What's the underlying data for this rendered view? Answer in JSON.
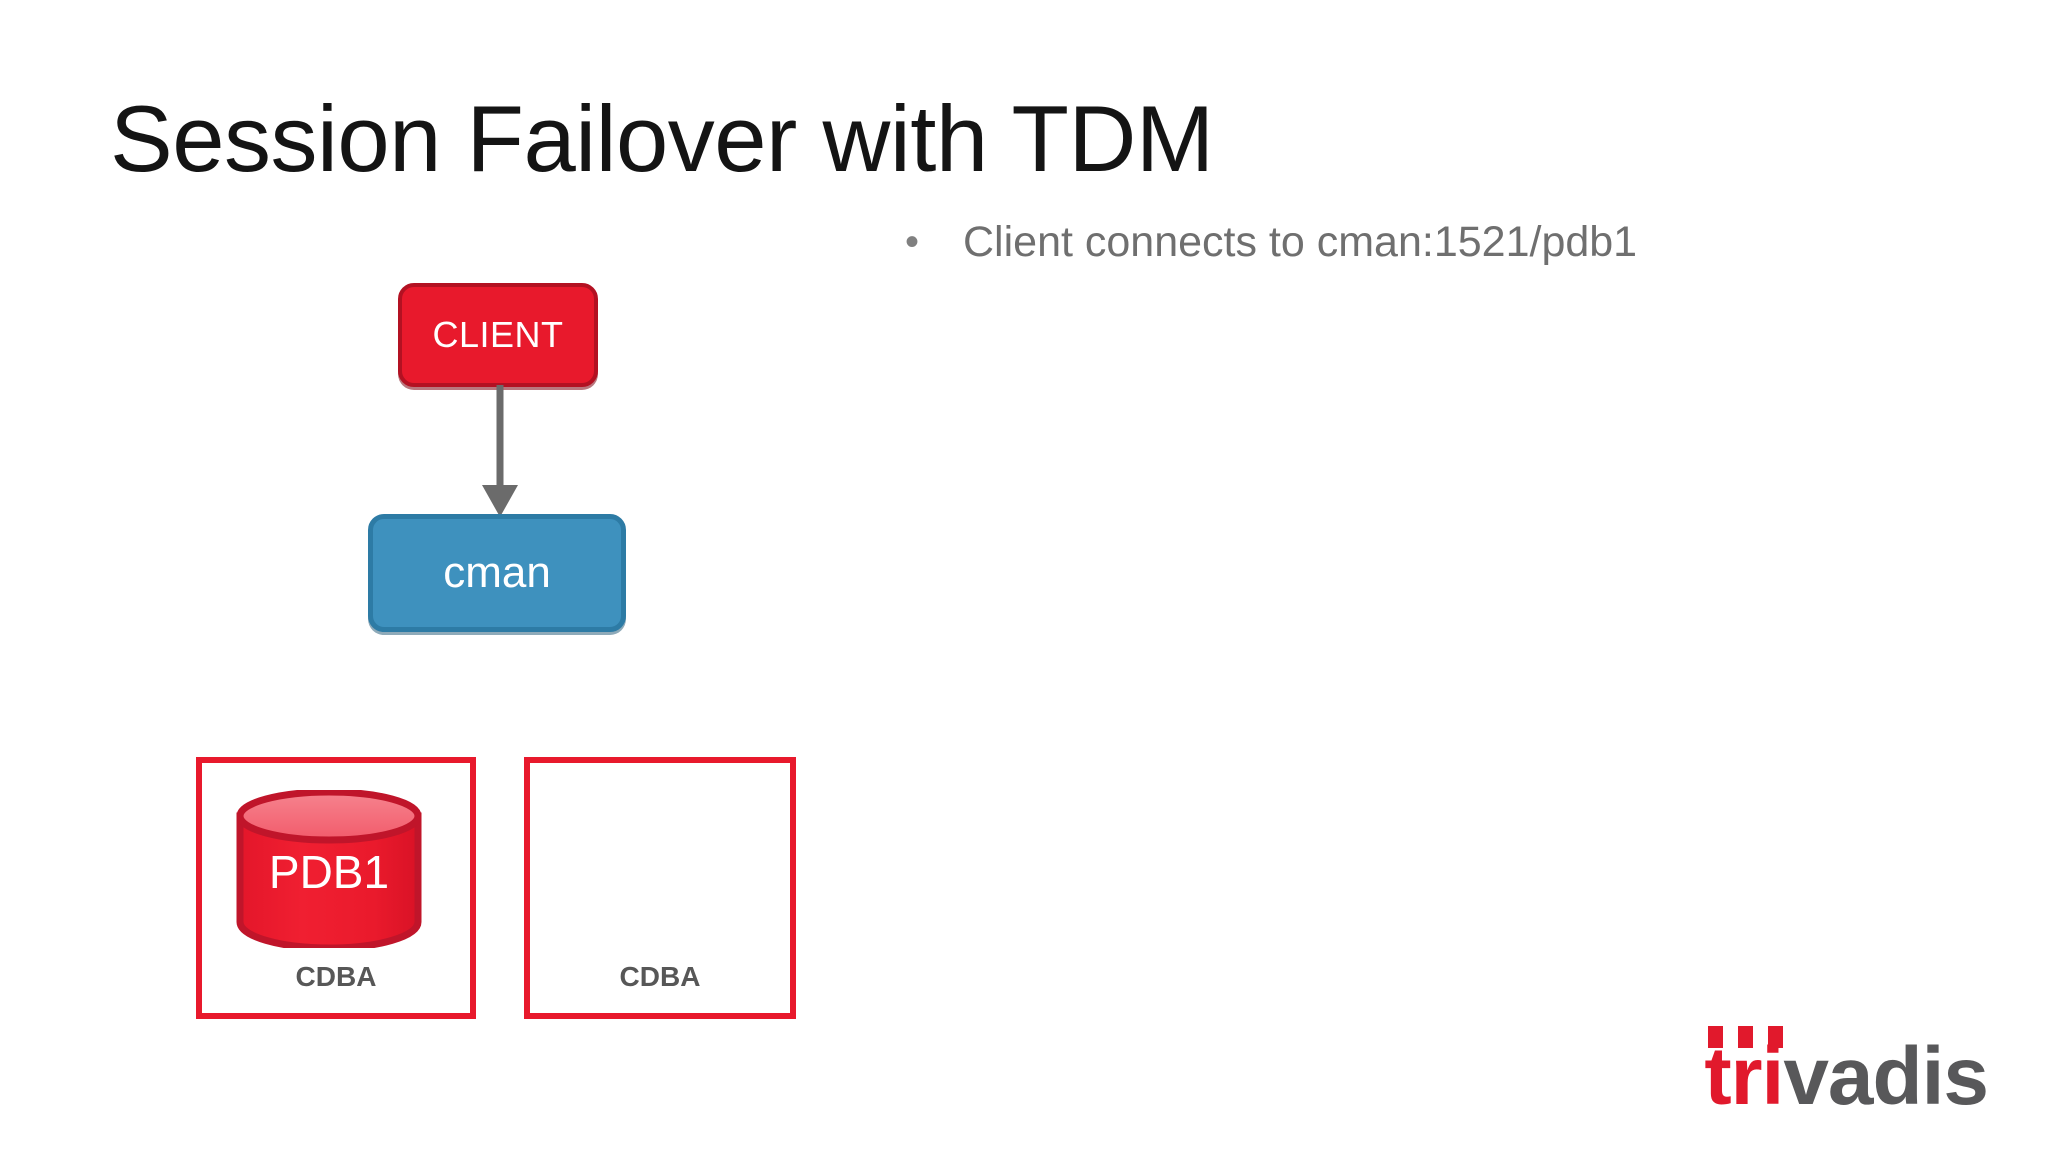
{
  "slide": {
    "title": "Session Failover with TDM",
    "background_color": "#FFFFFF"
  },
  "bullets": [
    {
      "marker": "•",
      "text": "Client connects to cman:1521/pdb1"
    }
  ],
  "diagram": {
    "nodes": [
      {
        "id": "client",
        "label": "CLIENT",
        "shape": "rounded-rect",
        "fill": "#E8192C",
        "stroke": "#B31122",
        "text_color": "#FFFFFF"
      },
      {
        "id": "cman",
        "label": "cman",
        "shape": "rounded-rect",
        "fill": "#3E91BE",
        "stroke": "#2D7BA5",
        "text_color": "#FFFFFF"
      }
    ],
    "connectors": [
      {
        "id": "client-to-cman",
        "from": "client",
        "to": "cman",
        "color": "#6B6B6B",
        "arrowhead": "solid-triangle"
      }
    ],
    "containers": [
      {
        "id": "cdb-box-1",
        "label": "CDBA",
        "border_color": "#E8192C",
        "label_color": "#575757",
        "contains": "pdb1"
      },
      {
        "id": "cdb-box-2",
        "label": "CDBA",
        "border_color": "#E8192C",
        "label_color": "#575757",
        "contains": null
      }
    ],
    "databases": [
      {
        "id": "pdb1",
        "label": "PDB1",
        "shape": "cylinder",
        "body_fill": "#EE1B2E",
        "top_fill": "#F4737F",
        "stroke": "#C0152A",
        "text_color": "#FFFFFF"
      }
    ]
  },
  "logo": {
    "part_red": "tri",
    "part_gray": "vadis",
    "red": "#E1192C",
    "gray": "#58585A"
  }
}
